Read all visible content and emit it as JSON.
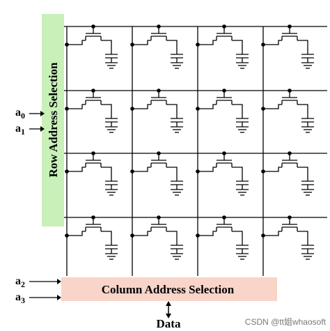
{
  "row_decoder": {
    "label": "Row Address Selection",
    "color": "#c8f0b8"
  },
  "column_decoder": {
    "label": "Column Address Selection",
    "color": "#f9d4c9"
  },
  "address_inputs": [
    {
      "letter": "a",
      "sub": "0"
    },
    {
      "letter": "a",
      "sub": "1"
    },
    {
      "letter": "a",
      "sub": "2"
    },
    {
      "letter": "a",
      "sub": "3"
    }
  ],
  "data_label": "Data",
  "watermark": "CSDN @tt姐whaosoft",
  "grid": {
    "rows": 4,
    "cols": 4
  }
}
